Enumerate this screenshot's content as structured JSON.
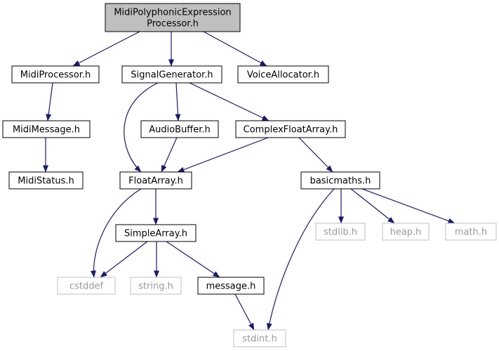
{
  "graph": {
    "nodes": {
      "root": {
        "lines": [
          "MidiPolyphonicExpression",
          "Processor.h"
        ],
        "style": "root"
      },
      "mproc": {
        "lines": [
          "MidiProcessor.h"
        ],
        "style": "internal"
      },
      "siggen": {
        "lines": [
          "SignalGenerator.h"
        ],
        "style": "internal"
      },
      "voice": {
        "lines": [
          "VoiceAllocator.h"
        ],
        "style": "internal"
      },
      "mmsg": {
        "lines": [
          "MidiMessage.h"
        ],
        "style": "internal"
      },
      "abuf": {
        "lines": [
          "AudioBuffer.h"
        ],
        "style": "internal"
      },
      "cfa": {
        "lines": [
          "ComplexFloatArray.h"
        ],
        "style": "internal"
      },
      "mstat": {
        "lines": [
          "MidiStatus.h"
        ],
        "style": "internal"
      },
      "fa": {
        "lines": [
          "FloatArray.h"
        ],
        "style": "internal"
      },
      "bmath": {
        "lines": [
          "basicmaths.h"
        ],
        "style": "internal"
      },
      "sarr": {
        "lines": [
          "SimpleArray.h"
        ],
        "style": "internal"
      },
      "stdlib": {
        "lines": [
          "stdlib.h"
        ],
        "style": "external"
      },
      "heap": {
        "lines": [
          "heap.h"
        ],
        "style": "external"
      },
      "math": {
        "lines": [
          "math.h"
        ],
        "style": "external"
      },
      "cstddef": {
        "lines": [
          "cstddef"
        ],
        "style": "external"
      },
      "string": {
        "lines": [
          "string.h"
        ],
        "style": "external"
      },
      "msg": {
        "lines": [
          "message.h"
        ],
        "style": "internal"
      },
      "stdint": {
        "lines": [
          "stdint.h"
        ],
        "style": "external"
      }
    },
    "edges": [
      [
        "root",
        "mproc"
      ],
      [
        "root",
        "siggen"
      ],
      [
        "root",
        "voice"
      ],
      [
        "mproc",
        "mmsg"
      ],
      [
        "mmsg",
        "mstat"
      ],
      [
        "siggen",
        "fa"
      ],
      [
        "siggen",
        "abuf"
      ],
      [
        "siggen",
        "cfa"
      ],
      [
        "abuf",
        "fa"
      ],
      [
        "cfa",
        "fa"
      ],
      [
        "cfa",
        "bmath"
      ],
      [
        "fa",
        "sarr"
      ],
      [
        "fa",
        "cstddef"
      ],
      [
        "bmath",
        "stdlib"
      ],
      [
        "bmath",
        "heap"
      ],
      [
        "bmath",
        "math"
      ],
      [
        "bmath",
        "stdint"
      ],
      [
        "sarr",
        "cstddef"
      ],
      [
        "sarr",
        "string"
      ],
      [
        "sarr",
        "msg"
      ],
      [
        "msg",
        "stdint"
      ]
    ],
    "colors": {
      "root_fill": "#bfbfbf",
      "internal_stroke": "#000000",
      "external_stroke": "#bfbfbf",
      "external_text": "#999999",
      "edge": "#191970"
    }
  }
}
